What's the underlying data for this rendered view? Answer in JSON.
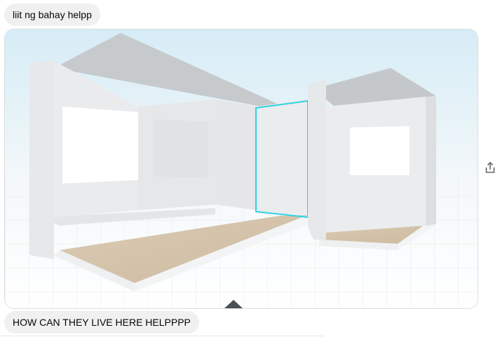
{
  "messages": [
    {
      "text": "liit ng bahay helpp"
    },
    {
      "text": "HOW CAN THEY LIVE HERE HELPPPP"
    }
  ],
  "attachment": {
    "type": "image",
    "subject": "3d-house-room-model",
    "icon": "share-icon"
  },
  "colors": {
    "bubble": "#f0f0f0",
    "selection_outline": "#2ed3e0",
    "floor": "#d6c6ae",
    "wall": "#e9eaec",
    "roof": "#c9ccd0"
  }
}
